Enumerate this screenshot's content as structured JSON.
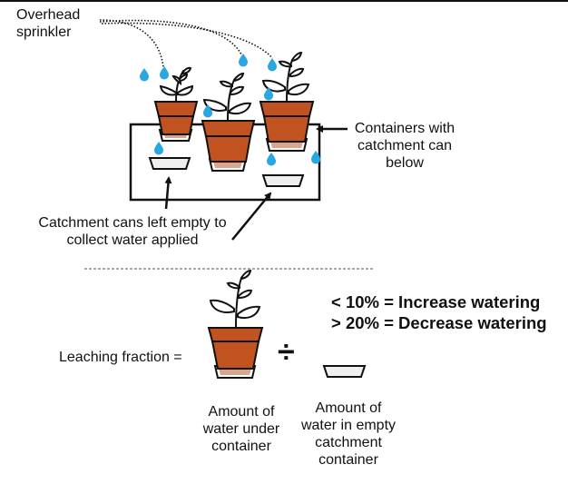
{
  "top": {
    "sprinkler_label_line1": "Overhead",
    "sprinkler_label_line2": "sprinkler",
    "containers_label_line1": "Containers with",
    "containers_label_line2": "catchment can",
    "containers_label_line3": "below",
    "catchment_label_line1": "Catchment cans left empty to",
    "catchment_label_line2": "collect water applied"
  },
  "formula": {
    "leaching_label": "Leaching fraction =",
    "operator": "÷",
    "rule_increase": "< 10% = Increase watering",
    "rule_decrease": "> 20% = Decrease watering",
    "numerator_line1": "Amount of",
    "numerator_line2": "water under",
    "numerator_line3": "container",
    "denominator_line1": "Amount of",
    "denominator_line2": "water in empty",
    "denominator_line3": "catchment",
    "denominator_line4": "container"
  },
  "colors": {
    "pot": "#c0531f",
    "saucer_water": "#dba58c",
    "empty_can": "#efefef",
    "water_drop": "#29a7e1",
    "outline": "#111111"
  },
  "icons": [
    "water-drop-icon",
    "potted-plant-icon",
    "catchment-can-icon",
    "arrow-icon",
    "divide-icon"
  ]
}
